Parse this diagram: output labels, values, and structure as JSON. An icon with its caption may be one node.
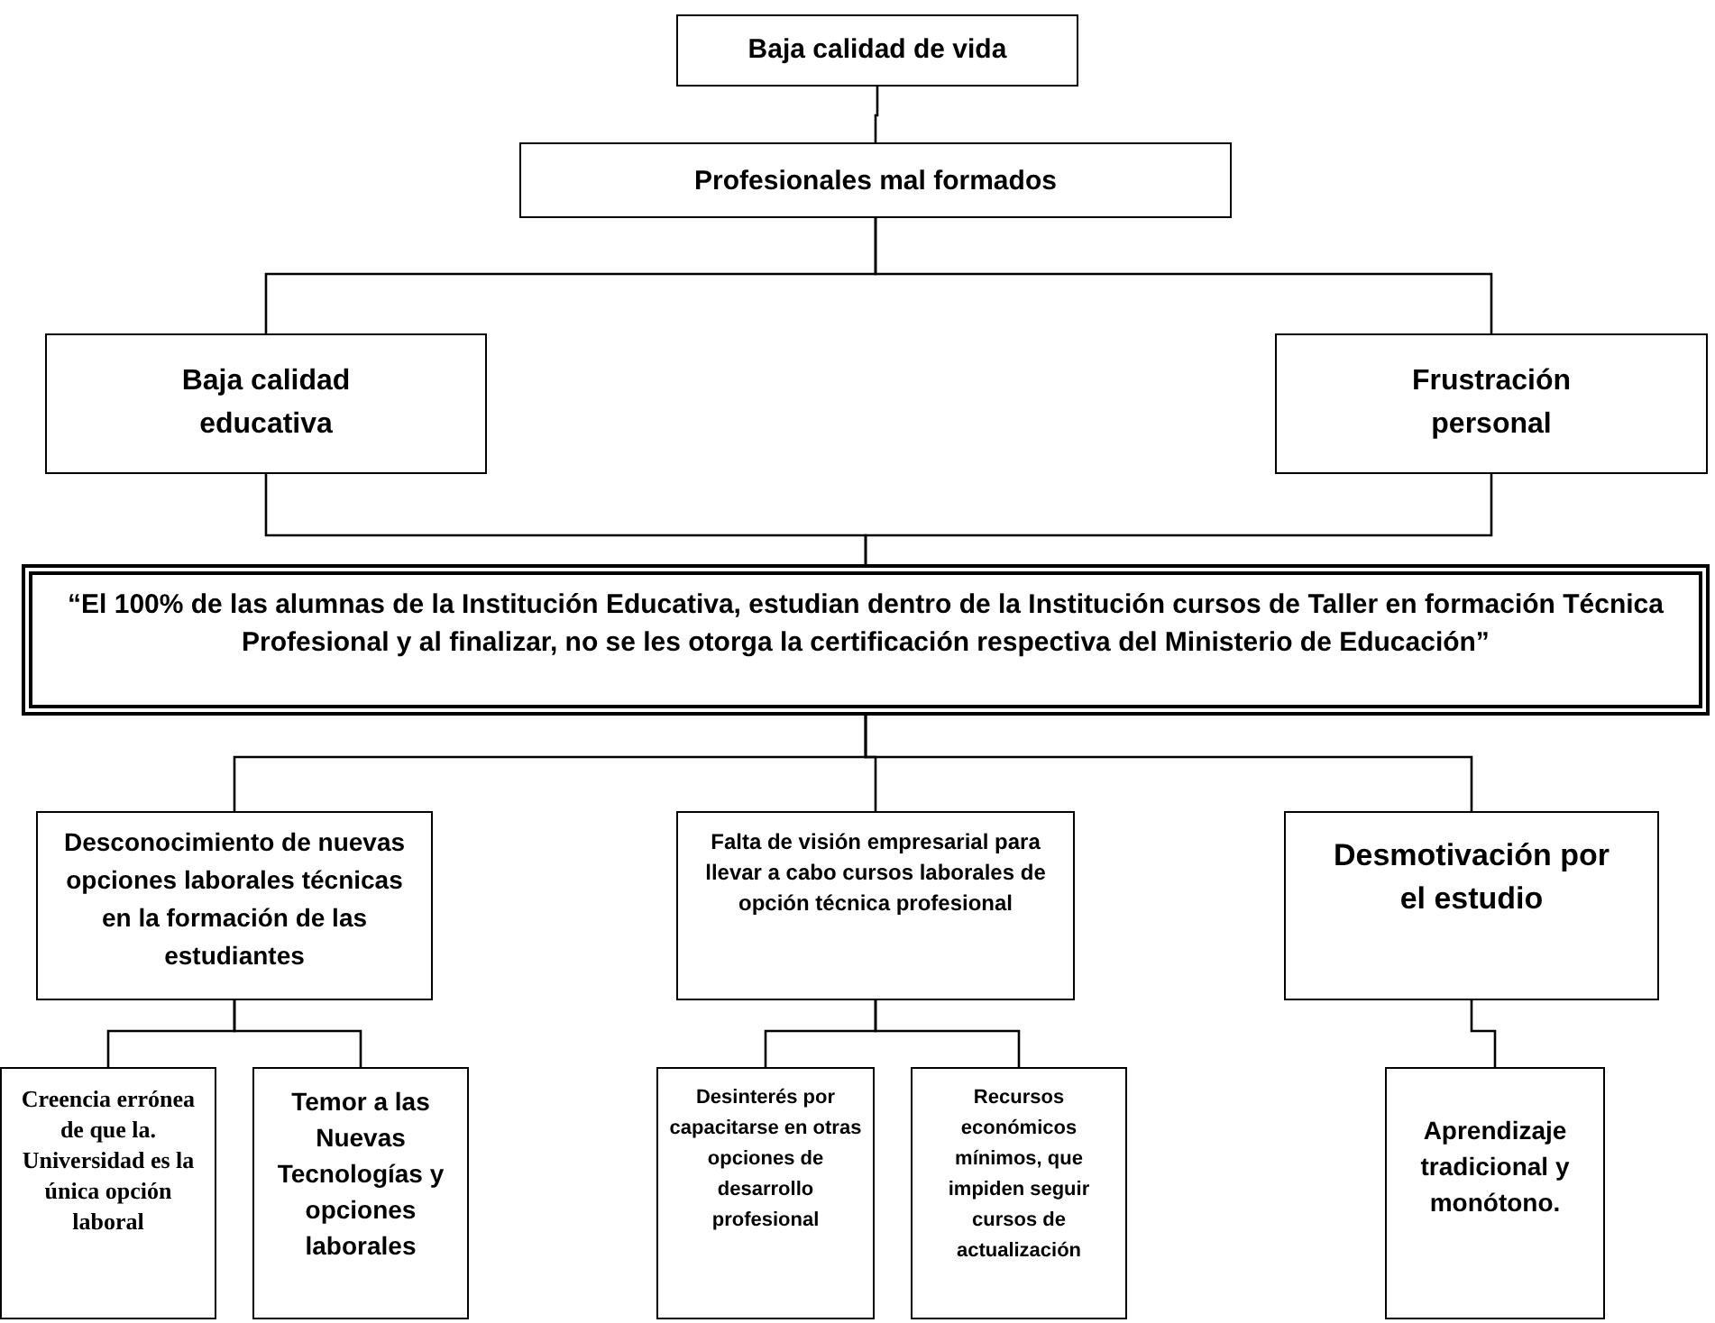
{
  "diagram": {
    "nodes": [
      {
        "text": [
          "Baja calidad de vida"
        ]
      },
      {
        "text": [
          "Profesionales mal formados"
        ]
      },
      {
        "text": [
          "Baja calidad educativa"
        ]
      },
      {
        "text": [
          "Frustración personal"
        ]
      },
      {
        "text": [
          "“El 100% de las alumnas de la Institución Educativa, estudian dentro de la Institución cursos de Taller en formación Técnica Profesional y al finalizar,  no se les otorga la certificación respectiva del Ministerio de Educación”"
        ]
      },
      {
        "text": [
          "Desconocimiento de nuevas opciones laborales técnicas en la formación de las estudiantes"
        ]
      },
      {
        "text": [
          "Falta de visión empresarial para llevar a cabo cursos laborales de opción técnica profesional"
        ]
      },
      {
        "text": [
          "Desmotivación por  el estudio"
        ]
      },
      {
        "text": [
          "Creencia errónea de que la. Universidad es la única opción laboral"
        ]
      },
      {
        "text": [
          "Temor a las Nuevas Tecnologías y opciones laborales"
        ]
      },
      {
        "text": [
          "Desinterés por capacitarse en otras opciones de desarrollo profesional"
        ]
      },
      {
        "text": [
          "Recursos económicos mínimos, que impiden seguir cursos de actualización"
        ]
      },
      {
        "text": [
          "Aprendizaje tradicional y monótono."
        ]
      }
    ],
    "edges": [
      {
        "from": 0,
        "to": 1,
        "arrow": "none"
      },
      {
        "from": 1,
        "to": 2,
        "arrow": "none"
      },
      {
        "from": 1,
        "to": 3,
        "arrow": "none"
      },
      {
        "from": 2,
        "to": 4,
        "arrow": "none"
      },
      {
        "from": 3,
        "to": 4,
        "arrow": "none"
      },
      {
        "from": 4,
        "to": 5,
        "arrow": "none"
      },
      {
        "from": 4,
        "to": 6,
        "arrow": "none"
      },
      {
        "from": 4,
        "to": 7,
        "arrow": "none"
      },
      {
        "from": 5,
        "to": 8,
        "arrow": "none"
      },
      {
        "from": 5,
        "to": 9,
        "arrow": "none"
      },
      {
        "from": 6,
        "to": 10,
        "arrow": "none"
      },
      {
        "from": 6,
        "to": 11,
        "arrow": "none"
      },
      {
        "from": 7,
        "to": 12,
        "arrow": "none"
      }
    ]
  }
}
